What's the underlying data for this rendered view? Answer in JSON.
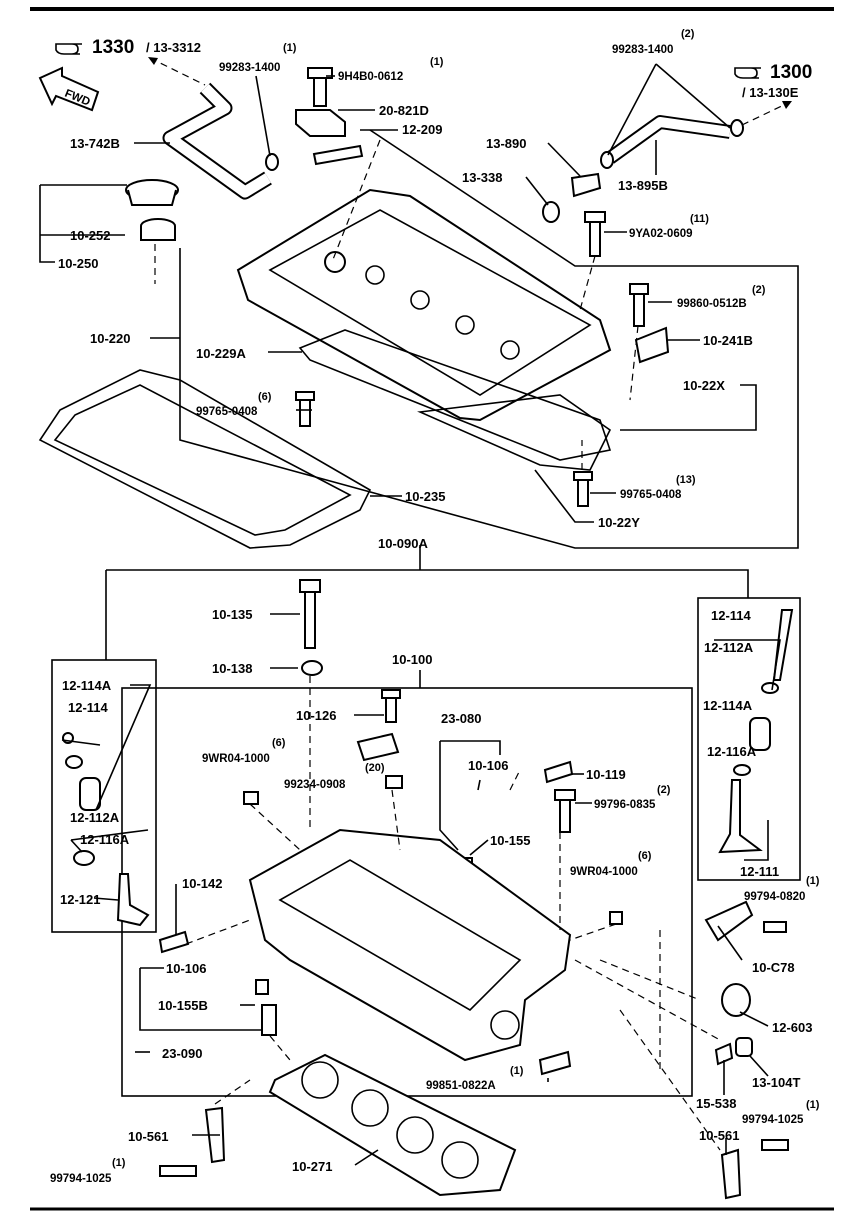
{
  "refs": {
    "ref1330": "1330",
    "ref1330_sub": "/ 13-3312",
    "ref1300": "1300",
    "ref1300_sub": "/ 13-130E",
    "fwd": "FWD"
  },
  "labels": {
    "l99283_1400_a_qty": "(1)",
    "l99283_1400_a": "99283-1400",
    "l9H4B0_qty": "(1)",
    "l9H4B0": "9H4B0-0612",
    "l20_821D": "20-821D",
    "l12_209": "12-209",
    "l13_742B": "13-742B",
    "l99283_1400_b_qty": "(2)",
    "l99283_1400_b": "99283-1400",
    "l13_890": "13-890",
    "l13_338": "13-338",
    "l13_895B": "13-895B",
    "l9YA02_qty": "(11)",
    "l9YA02": "9YA02-0609",
    "l10_252": "10-252",
    "l10_250": "10-250",
    "l99860_qty": "(2)",
    "l99860": "99860-0512B",
    "l10_220": "10-220",
    "l10_241B": "10-241B",
    "l10_229A": "10-229A",
    "l10_22X": "10-22X",
    "l99765_a_qty": "(6)",
    "l99765_a": "99765-0408",
    "l99765_b_qty": "(13)",
    "l99765_b": "99765-0408",
    "l10_235": "10-235",
    "l10_22Y": "10-22Y",
    "l10_090A": "10-090A",
    "l10_135": "10-135",
    "l12_114_r": "12-114",
    "l12_112A_r": "12-112A",
    "l10_138": "10-138",
    "l10_100": "10-100",
    "l12_114A_l": "12-114A",
    "l12_114_l": "12-114",
    "l10_126": "10-126",
    "l23_080": "23-080",
    "l12_114A_r": "12-114A",
    "l9WR04_a_qty": "(6)",
    "l9WR04_a": "9WR04-1000",
    "l99234_qty": "(20)",
    "l99234": "99234-0908",
    "l10_106_a": "10-106",
    "l12_116A_r": "12-116A",
    "l10_119": "10-119",
    "l99796_qty": "(2)",
    "l99796": "99796-0835",
    "l12_112A_l": "12-112A",
    "l12_116A_l": "12-116A",
    "l10_155_a": "10-155",
    "l9WR04_b_qty": "(6)",
    "l9WR04_b": "9WR04-1000",
    "l12_111": "12-111",
    "l99794_0820_qty": "(1)",
    "l99794_0820": "99794-0820",
    "l12_121": "12-121",
    "l10_142": "10-142",
    "l10_C78": "10-C78",
    "l10_106_b": "10-106",
    "l10_155B": "10-155B",
    "l12_603": "12-603",
    "l23_090": "23-090",
    "l13_104T": "13-104T",
    "l99851_qty": "(1)",
    "l99851": "99851-0822A",
    "l15_538": "15-538",
    "l99794_1025_r_qty": "(1)",
    "l99794_1025_r": "99794-1025",
    "l10_561_l": "10-561",
    "l10_561_r": "10-561",
    "l99794_1025_l_qty": "(1)",
    "l99794_1025_l": "99794-1025",
    "l10_271": "10-271"
  }
}
